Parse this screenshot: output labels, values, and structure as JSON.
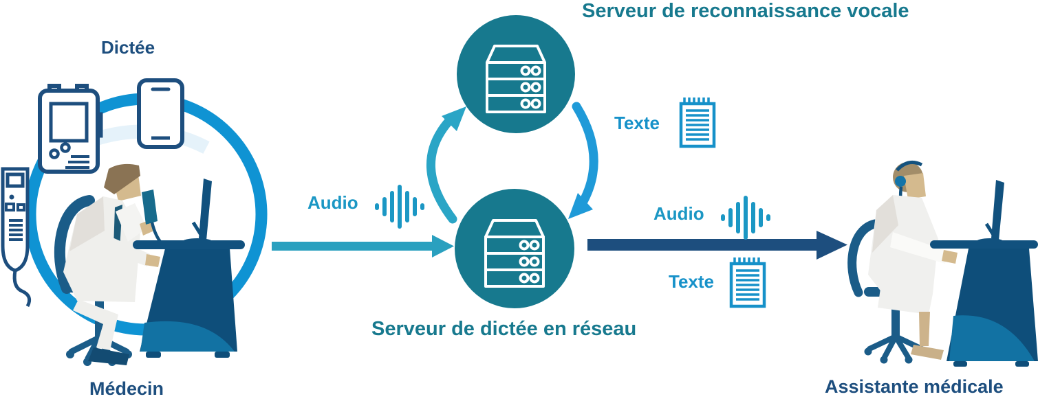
{
  "labels": {
    "recognition_server": "Serveur de reconnaissance vocale",
    "dictation": "Dictée",
    "doctor": "Médecin",
    "audio_left": "Audio",
    "texte_top": "Texte",
    "audio_right": "Audio",
    "texte_right": "Texte",
    "network_server": "Serveur de dictée en réseau",
    "assistant": "Assistante médicale"
  },
  "icons": [
    "voice-recorder-icon",
    "smartphone-icon",
    "handheld-mic-icon",
    "server-icon",
    "waveform-icon",
    "notepad-icon",
    "circular-sync-arrows",
    "doctor-illustration",
    "assistant-illustration"
  ],
  "colors": {
    "teal_circle": "#17798e",
    "teal_text": "#17798e",
    "navy_text": "#1d4e7e",
    "big_circle_blue": "#0f93d3",
    "audio_arrow_blue": "#2aa0bf",
    "label_blue": "#1b97c4",
    "notepad_blue": "#1691c9",
    "arc_up_blue": "#2aa5c6",
    "arc_down_blue": "#1f9ad8",
    "dark_arrow_navy": "#1d4e7e",
    "desk_navy": "#0e4e7a",
    "desk_light": "#1272a3",
    "chair_blue": "#1b5c88",
    "skin": "#d4ba8e",
    "coat_white": "#efefec"
  }
}
